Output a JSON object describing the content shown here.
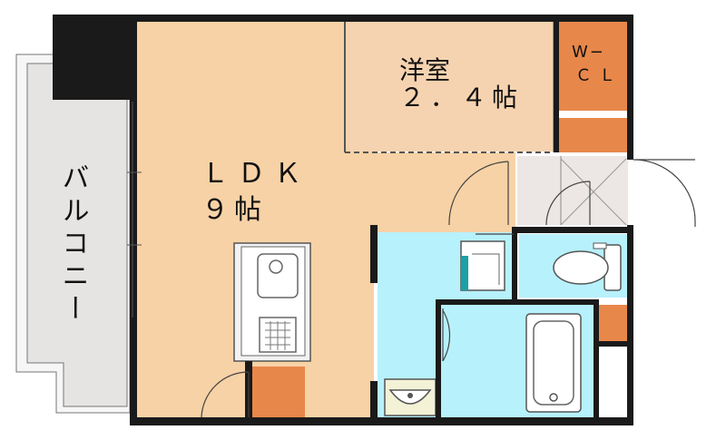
{
  "rooms": {
    "balcony": "バルコニー",
    "ldk_line1": "ＬＤＫ",
    "ldk_line2": "９帖",
    "western_line1": "洋室",
    "western_line2": "２．４帖",
    "wcl_line1": "W−",
    "wcl_line2": "ＣＬ"
  },
  "colors": {
    "wall": "#1a1a1a",
    "floor_wood": "#f7d2a6",
    "floor_western": "#f6d3b0",
    "wet_area": "#b7f1fb",
    "storage": "#e8874a",
    "balcony": "#e6e3e3",
    "entrance": "#ece7e4"
  }
}
